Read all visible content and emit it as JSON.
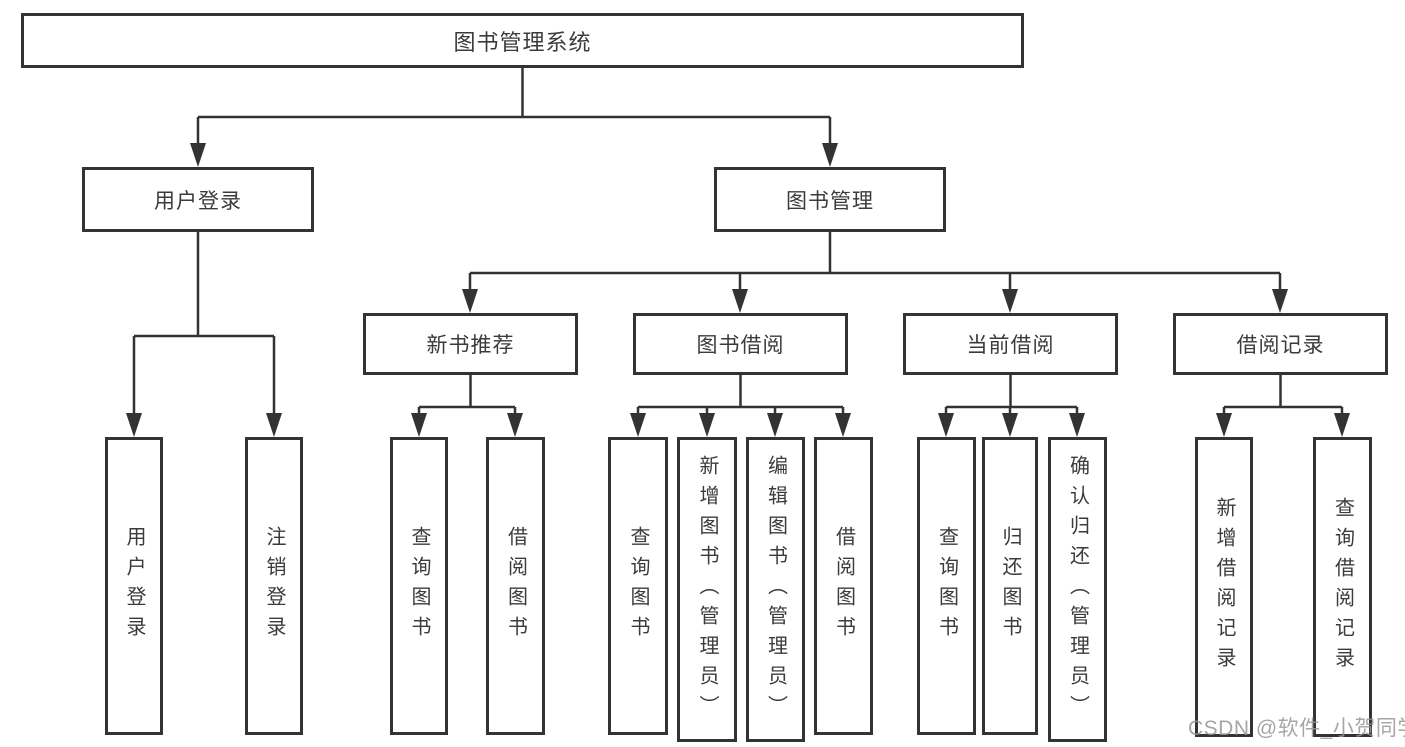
{
  "diagram": {
    "title": "图书管理系统",
    "root": {
      "label": "图书管理系统"
    },
    "level2": [
      {
        "label": "用户登录"
      },
      {
        "label": "图书管理"
      }
    ],
    "level3": [
      {
        "label": "新书推荐",
        "parent": "图书管理"
      },
      {
        "label": "图书借阅",
        "parent": "图书管理"
      },
      {
        "label": "当前借阅",
        "parent": "图书管理"
      },
      {
        "label": "借阅记录",
        "parent": "图书管理"
      }
    ],
    "leaves": [
      {
        "label": "用户登录",
        "parent": "用户登录"
      },
      {
        "label": "注销登录",
        "parent": "用户登录"
      },
      {
        "label": "查询图书",
        "parent": "新书推荐"
      },
      {
        "label": "借阅图书",
        "parent": "新书推荐"
      },
      {
        "label": "查询图书",
        "parent": "图书借阅"
      },
      {
        "label": "新增图书（管理员）",
        "parent": "图书借阅"
      },
      {
        "label": "编辑图书（管理员）",
        "parent": "图书借阅"
      },
      {
        "label": "借阅图书",
        "parent": "图书借阅"
      },
      {
        "label": "查询图书",
        "parent": "当前借阅"
      },
      {
        "label": "归还图书",
        "parent": "当前借阅"
      },
      {
        "label": "确认归还（管理员）",
        "parent": "当前借阅"
      },
      {
        "label": "新增借阅记录",
        "parent": "借阅记录"
      },
      {
        "label": "查询借阅记录",
        "parent": "借阅记录"
      }
    ],
    "watermark": "CSDN @软件_小贺同学",
    "colors": {
      "line": "#333333",
      "text": "#3b3b3b",
      "background": "#ffffff",
      "watermark": "#969696"
    }
  }
}
